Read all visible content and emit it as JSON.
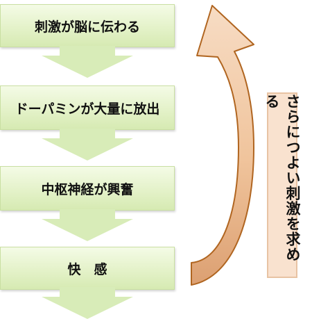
{
  "steps": [
    {
      "label": "刺激が脳に伝わる"
    },
    {
      "label": "ドーパミンが大量に放出"
    },
    {
      "label": "中枢神経が興奮"
    },
    {
      "label": "快　感"
    }
  ],
  "side_label": "さらにつよい刺激を求める",
  "colors": {
    "box_fill": "#e4f2c9",
    "box_border": "#c9dfa2",
    "arrow_fill": "#d8ecb8",
    "loop_arrow_fill": "#f2c7a3",
    "loop_arrow_stroke": "#b06520",
    "side_box_fill": "#f9e2cf"
  }
}
